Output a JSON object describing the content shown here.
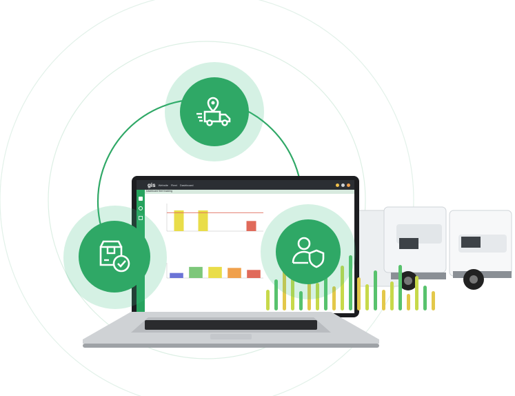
{
  "app": {
    "logo": "gis",
    "breadcrumbs": [
      "Website",
      "Fleet",
      "Dashboard"
    ],
    "page_title": "Dashboard fleet tracking"
  },
  "badges": {
    "top_icon": "delivery-truck-location-icon",
    "left_icon": "package-delivered-clock-icon",
    "right_icon": "user-shield-icon"
  },
  "colors": {
    "brand": "#2fa866",
    "brand_light": "#3ebf82",
    "sidebar": "#27a35e",
    "topbar": "#2b2e33",
    "bar_yellow": "#e9dd49",
    "bar_red": "#e06a5a",
    "bar_blue": "#6b74d6",
    "bar_green": "#7dc77a",
    "bar_orange": "#f0a04c"
  },
  "chart_data": [
    {
      "type": "bar",
      "categories": [
        "",
        "",
        "",
        ""
      ],
      "values": [
        45,
        45,
        0,
        22
      ],
      "ylim": [
        0,
        60
      ],
      "target": 40
    },
    {
      "type": "bar",
      "categories": [
        "",
        "",
        "",
        "",
        ""
      ],
      "values": [
        5,
        11,
        11,
        10,
        8
      ],
      "ylim": [
        0,
        15
      ]
    }
  ]
}
